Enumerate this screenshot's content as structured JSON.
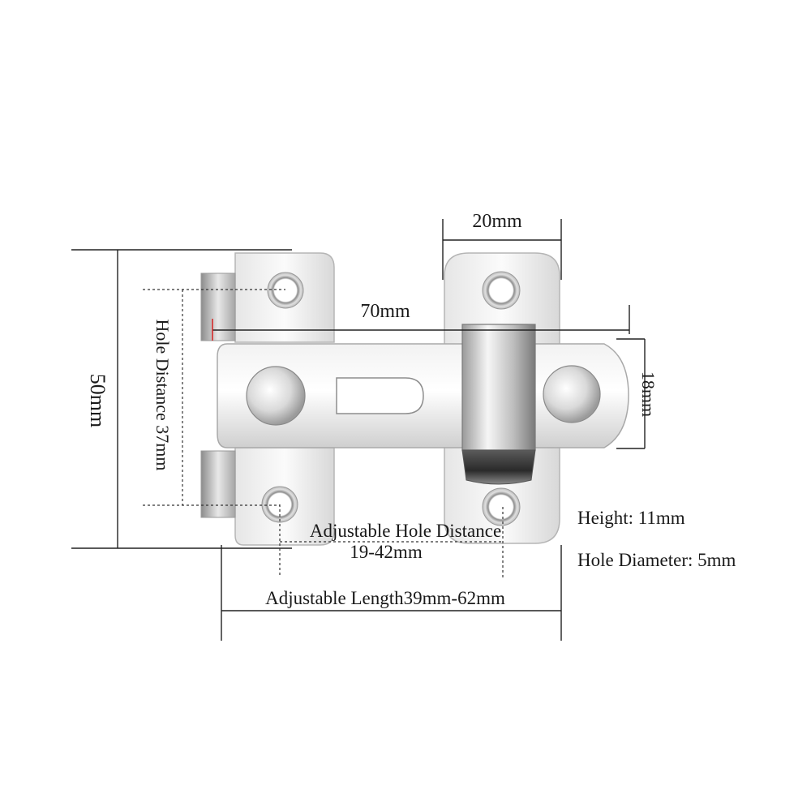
{
  "dimensions": {
    "width_top": "20mm",
    "length_bar": "70mm",
    "height_total": "50mm",
    "hole_distance": "Hole Distance 37mm",
    "bar_height": "18mm",
    "adjustable_hole_line1": "Adjustable Hole Distance",
    "adjustable_hole_line2": "19-42mm",
    "adjustable_length": "Adjustable Length39mm-62mm"
  },
  "specs": {
    "height": "Height: 11mm",
    "hole_diameter": "Hole Diameter: 5mm"
  },
  "colors": {
    "metal_light": "#f4f4f4",
    "metal_mid": "#c9c9c9",
    "metal_dark": "#6f6f6f",
    "line": "#222222",
    "marker": "#d62020"
  }
}
